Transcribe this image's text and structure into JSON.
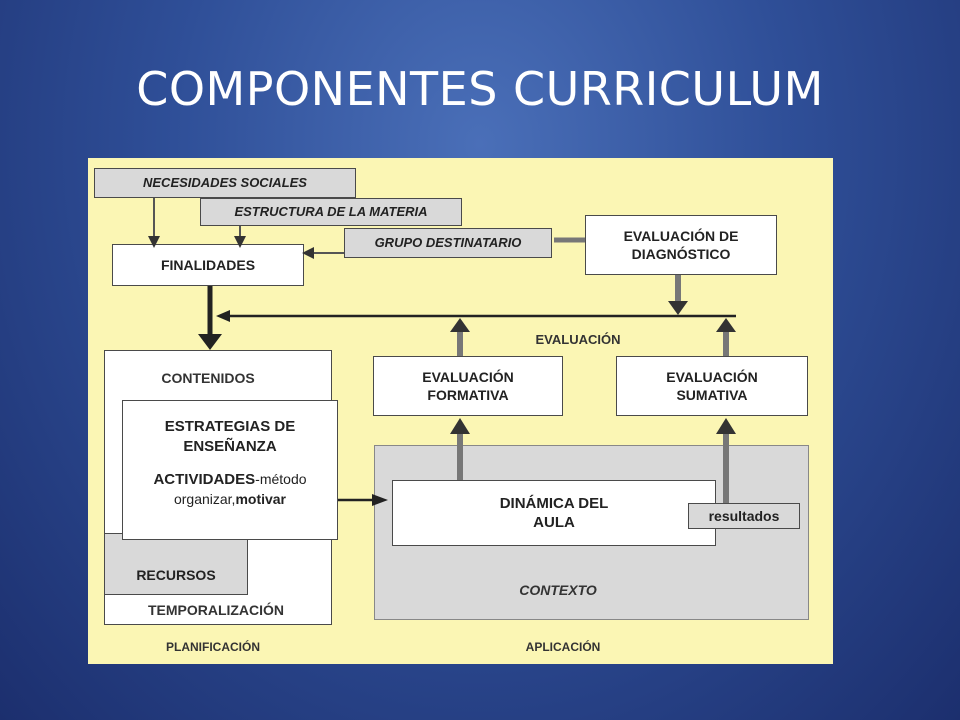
{
  "title": "COMPONENTES CURRICULUM",
  "colors": {
    "background": "#2f4f98",
    "diagram_bg": "#fbf6b4",
    "box_gray": "#d9d9d9",
    "box_white": "#ffffff",
    "arrow": "#555555"
  },
  "nodes": {
    "necesidades": "NECESIDADES SOCIALES",
    "estructura": "ESTRUCTURA DE LA MATERIA",
    "grupo": "GRUPO DESTINATARIO",
    "finalidades": "FINALIDADES",
    "eval_diag": "EVALUACIÓN DE DIAGNÓSTICO",
    "evaluacion_label": "EVALUACIÓN",
    "contenidos": "CONTENIDOS",
    "estrategias": "ESTRATEGIAS DE ENSEÑANZA",
    "actividades": "ACTIVIDADES",
    "actividades_metodo": "-método",
    "actividades_organizar": "organizar,",
    "actividades_motivar": "motivar",
    "recursos": "RECURSOS",
    "temporalizacion": "TEMPORALIZACIÓN",
    "planificacion": "PLANIFICACIÓN",
    "eval_formativa": "EVALUACIÓN FORMATIVA",
    "eval_sumativa": "EVALUACIÓN SUMATIVA",
    "dinamica": "DINÁMICA DEL AULA",
    "resultados": "resultados",
    "contexto": "CONTEXTO",
    "aplicacion": "APLICACIÓN"
  }
}
